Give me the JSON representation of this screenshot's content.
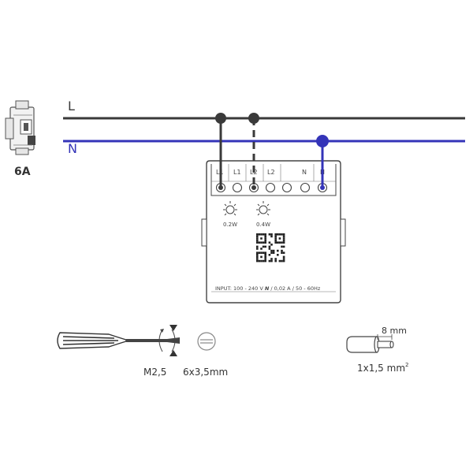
{
  "lines": {
    "l_label": "L",
    "n_label": "N",
    "l_color": "#3a3a3a",
    "n_color": "#3434b8"
  },
  "breaker": {
    "rating": "6A"
  },
  "device": {
    "terminals": [
      "L1",
      "L1",
      "L2",
      "L2",
      "N",
      "N"
    ],
    "dimmer1_power": "0.2W",
    "dimmer2_power": "0.4W",
    "input_prefix": "INPUT: 100 - 240 V",
    "input_suffix": "/ 0,02 A / 50 - 60Hz",
    "input_ac_symbol": "N"
  },
  "tools": {
    "screwdriver_size": "M2,5",
    "screw_size": "6x3,5mm"
  },
  "wire": {
    "strip_length": "8 mm",
    "cross_section": "1x1,5 mm",
    "cross_section_sup": "2"
  }
}
